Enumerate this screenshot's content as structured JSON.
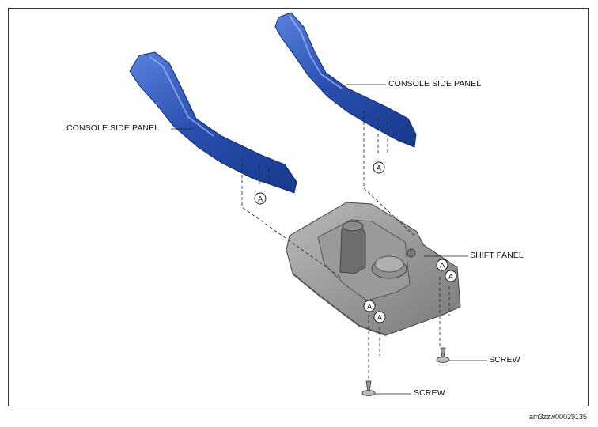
{
  "labels": {
    "console_side_panel_left": "CONSOLE SIDE PANEL",
    "console_side_panel_right": "CONSOLE SIDE PANEL",
    "shift_panel": "SHIFT PANEL",
    "screw_right": "SCREW",
    "screw_bottom": "SCREW"
  },
  "callout_letter": "A",
  "reference_code": "am3zzw00029135",
  "colors": {
    "panel_blue": "#2a4fb0",
    "shift_panel_gray": "#8d8d8d",
    "line": "#222222"
  }
}
